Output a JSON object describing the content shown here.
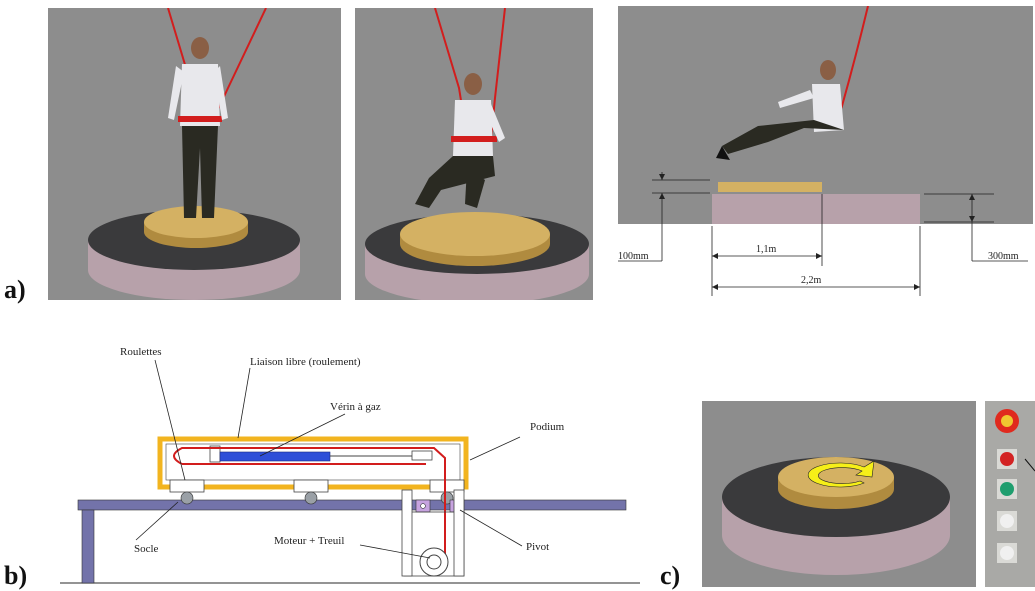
{
  "figure": {
    "panel_labels": [
      "a)",
      "b)",
      "c)"
    ]
  },
  "dimensions": {
    "step_height": "100mm",
    "socle_height": "300mm",
    "podium_diameter": "1,1m",
    "socle_diameter": "2,2m"
  },
  "mechanism": {
    "roulettes": "Roulettes",
    "liaison": "Liaison libre (roulement)",
    "verin": "Vérin à gaz",
    "podium": "Podium",
    "socle": "Socle",
    "moteur": "Moteur + Treuil",
    "pivot": "Pivot"
  },
  "colors": {
    "render_bg": "#8d8d8d",
    "podium_wood": "#d4b163",
    "socle_side": "#b7a1aa",
    "socle_top": "#3a3a3c",
    "cable_red": "#d21d1d",
    "frame_yellow": "#f2b41f",
    "rail_purple": "#7373aa",
    "cylinder_blue": "#2e4fd8",
    "arrow_yellow": "#f6ef18"
  }
}
